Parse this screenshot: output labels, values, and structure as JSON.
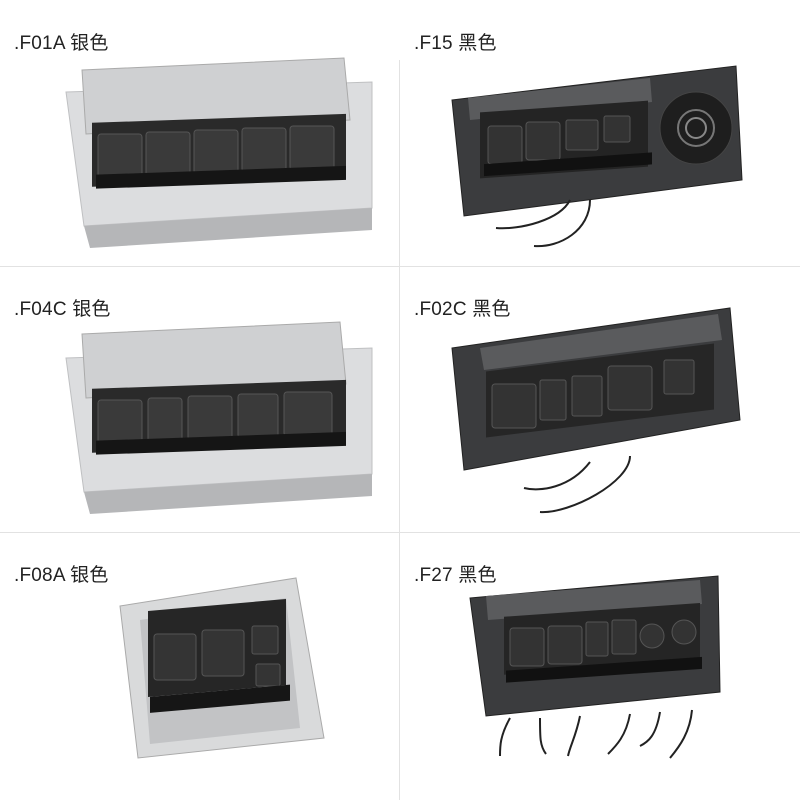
{
  "products": [
    {
      "label": ".F01A 银色",
      "finish": "silver",
      "modules": [
        "outlet",
        "outlet",
        "outlet",
        "outlet",
        "outlet"
      ]
    },
    {
      "label": ".F15 黑色",
      "finish": "black",
      "modules": [
        "outlet",
        "outlet",
        "network",
        "usb"
      ],
      "extras": [
        "wireless-charger"
      ]
    },
    {
      "label": ".F04C 银色",
      "finish": "silver",
      "modules": [
        "outlet",
        "network",
        "outlet",
        "usb",
        "outlet"
      ]
    },
    {
      "label": ".F02C 黑色",
      "finish": "black",
      "modules": [
        "outlet",
        "network",
        "hdmi",
        "outlet",
        "usb"
      ]
    },
    {
      "label": ".F08A 银色",
      "finish": "silver",
      "modules": [
        "outlet",
        "outlet",
        "network",
        "hdmi"
      ]
    },
    {
      "label": ".F27 黑色",
      "finish": "black",
      "modules": [
        "outlet",
        "outlet",
        "network",
        "hdmi",
        "xlr",
        "xlr"
      ]
    }
  ],
  "colors": {
    "silver_frame": "#d9dadb",
    "silver_lid": "#c9cacc",
    "black_frame": "#3b3c3e",
    "black_lid": "#5a5b5d",
    "module": "#2b2b2b",
    "brush": "#1a1a1a"
  }
}
